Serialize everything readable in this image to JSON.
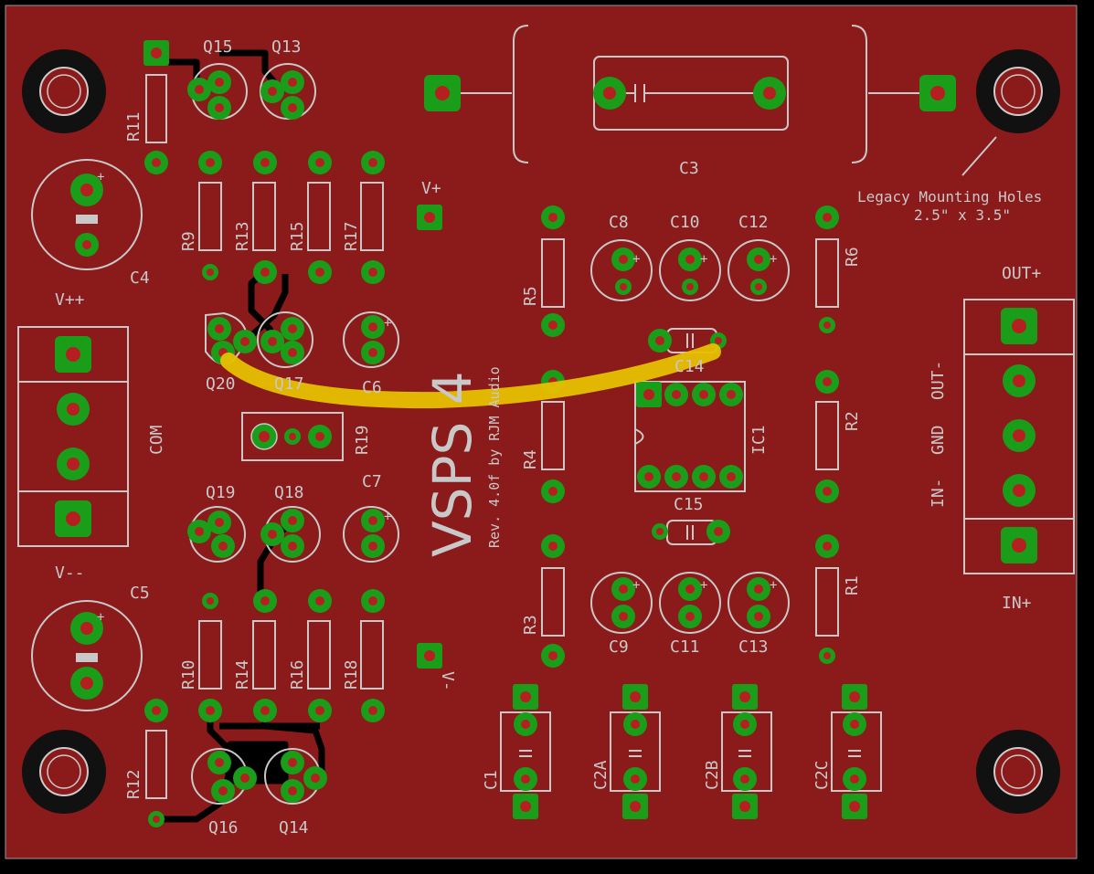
{
  "colors": {
    "background": "#000000",
    "board": "#8b1a1a",
    "silkscreen": "#c8c8c8",
    "pad": "#1a9e1a",
    "drill": "#b51f1f",
    "trace": "#000000",
    "highlight": "#e6c000"
  },
  "board_text": {
    "title": "VSPS 4",
    "revision": "Rev. 4.0f by RJM Audio",
    "mounting_note_line1": "Legacy Mounting Holes",
    "mounting_note_line2": "2.5\" x 3.5\""
  },
  "labels": {
    "q15": "Q15",
    "q13": "Q13",
    "r11": "R11",
    "c3": "C3",
    "r9": "R9",
    "r13": "R13",
    "r15": "R15",
    "r17": "R17",
    "vplus": "V+",
    "c4": "C4",
    "vpp": "V++",
    "c8": "C8",
    "c10": "C10",
    "c12": "C12",
    "r6": "R6",
    "r5": "R5",
    "out_plus": "OUT+",
    "q20": "Q20",
    "q17": "Q17",
    "c6": "C6",
    "c14": "C14",
    "out_minus": "OUT-",
    "gnd": "GND",
    "in_minus": "IN-",
    "com": "COM",
    "r19": "R19",
    "r4": "R4",
    "ic1": "IC1",
    "r2": "R2",
    "q19": "Q19",
    "q18": "Q18",
    "c7": "C7",
    "c15": "C15",
    "vmm": "V--",
    "c5": "C5",
    "r3": "R3",
    "r1": "R1",
    "c9": "C9",
    "c11": "C11",
    "c13": "C13",
    "in_plus": "IN+",
    "r10": "R10",
    "r14": "R14",
    "r16": "R16",
    "r18": "R18",
    "vminus": "V-",
    "r12": "R12",
    "c1": "C1",
    "c2a": "C2A",
    "c2b": "C2B",
    "c2c": "C2C",
    "q16": "Q16",
    "q14": "Q14"
  }
}
